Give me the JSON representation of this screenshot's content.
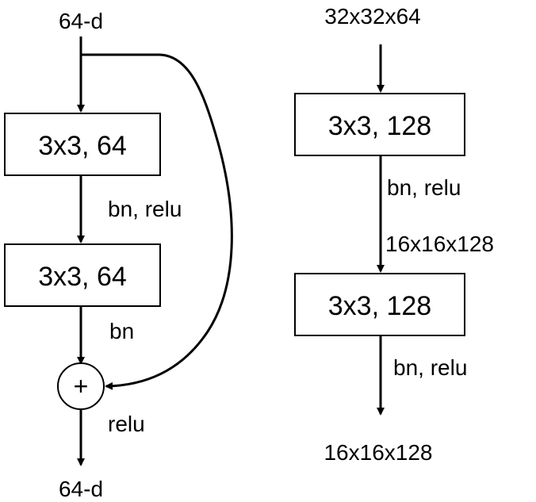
{
  "left_block": {
    "input_label": "64-d",
    "conv1_label": "3x3, 64",
    "after_conv1_label": "bn, relu",
    "conv2_label": "3x3, 64",
    "after_conv2_label": "bn",
    "add_symbol": "+",
    "after_add_label": "relu",
    "output_label": "64-d"
  },
  "right_block": {
    "input_label": "32x32x64",
    "conv1_label": "3x3, 128",
    "after_conv1_label": "bn, relu",
    "mid_shape_label": "16x16x128",
    "conv2_label": "3x3, 128",
    "after_conv2_label": "bn, relu",
    "output_label": "16x16x128"
  }
}
